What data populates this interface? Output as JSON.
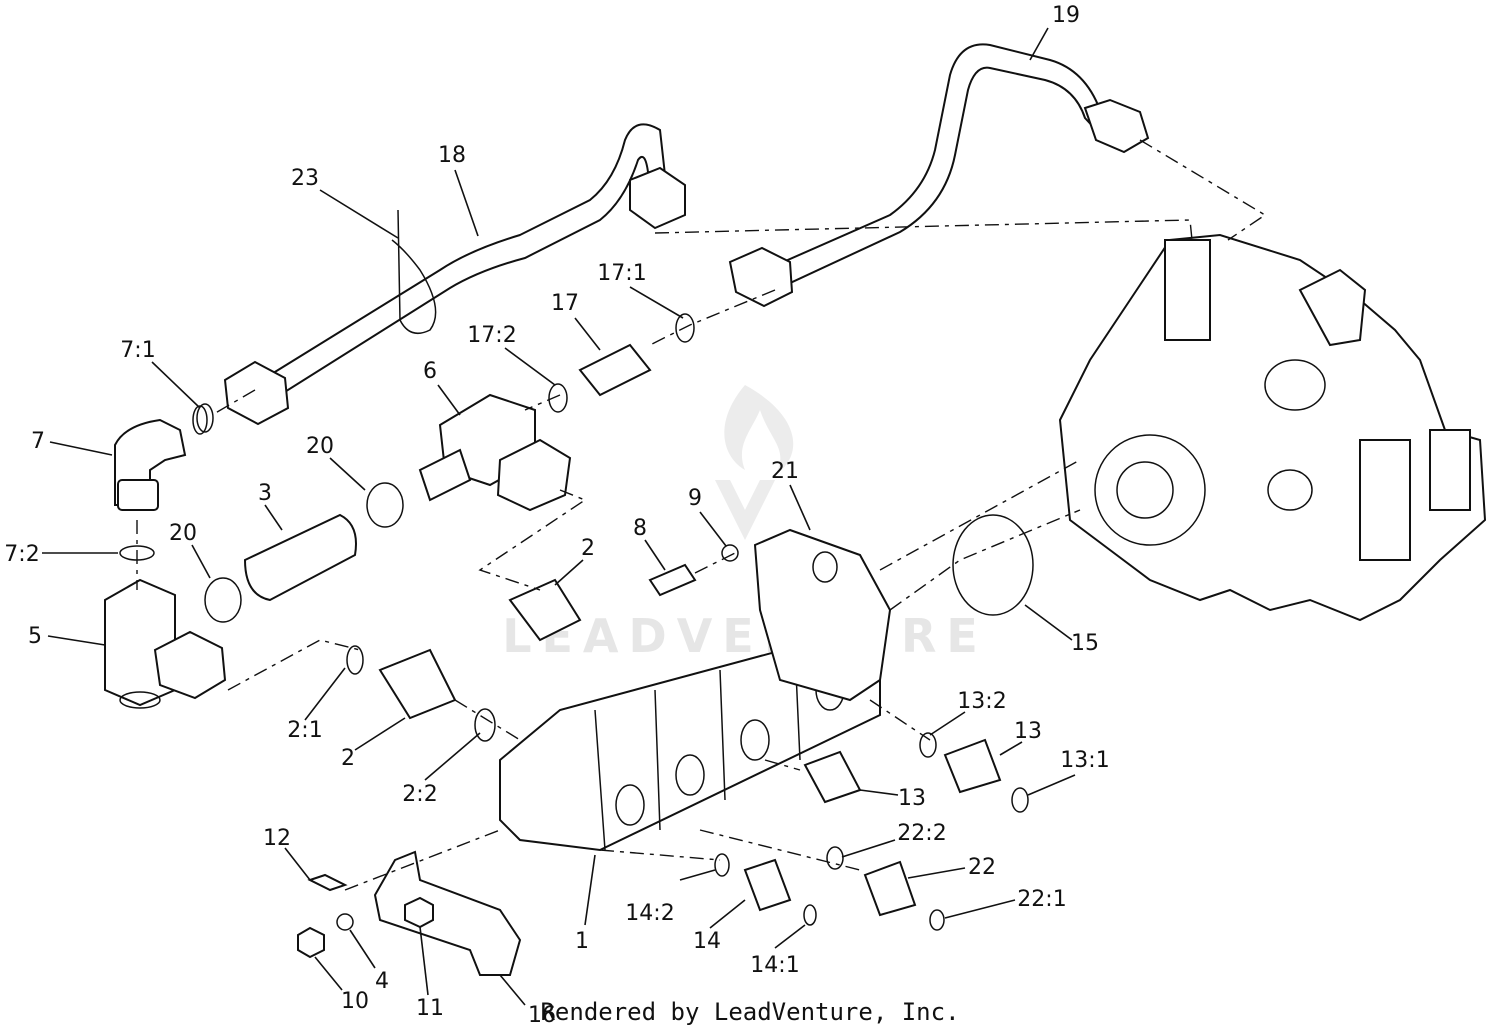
{
  "footer": {
    "text": "Rendered by LeadVenture, Inc."
  },
  "watermark": {
    "text": "LEADVENTURE"
  },
  "colors": {
    "line": "#111111",
    "background": "#ffffff",
    "watermark": "#e6e6e6"
  },
  "callouts": [
    "19",
    "18",
    "23",
    "17:1",
    "17",
    "17:2",
    "7:1",
    "6",
    "7",
    "20",
    "3",
    "7:2",
    "20",
    "9",
    "21",
    "8",
    "2",
    "5",
    "15",
    "2:1",
    "2",
    "13:2",
    "13",
    "13:1",
    "13",
    "2:2",
    "22:2",
    "22",
    "12",
    "22:1",
    "14:2",
    "1",
    "14",
    "14:1",
    "4",
    "10",
    "11",
    "16"
  ]
}
